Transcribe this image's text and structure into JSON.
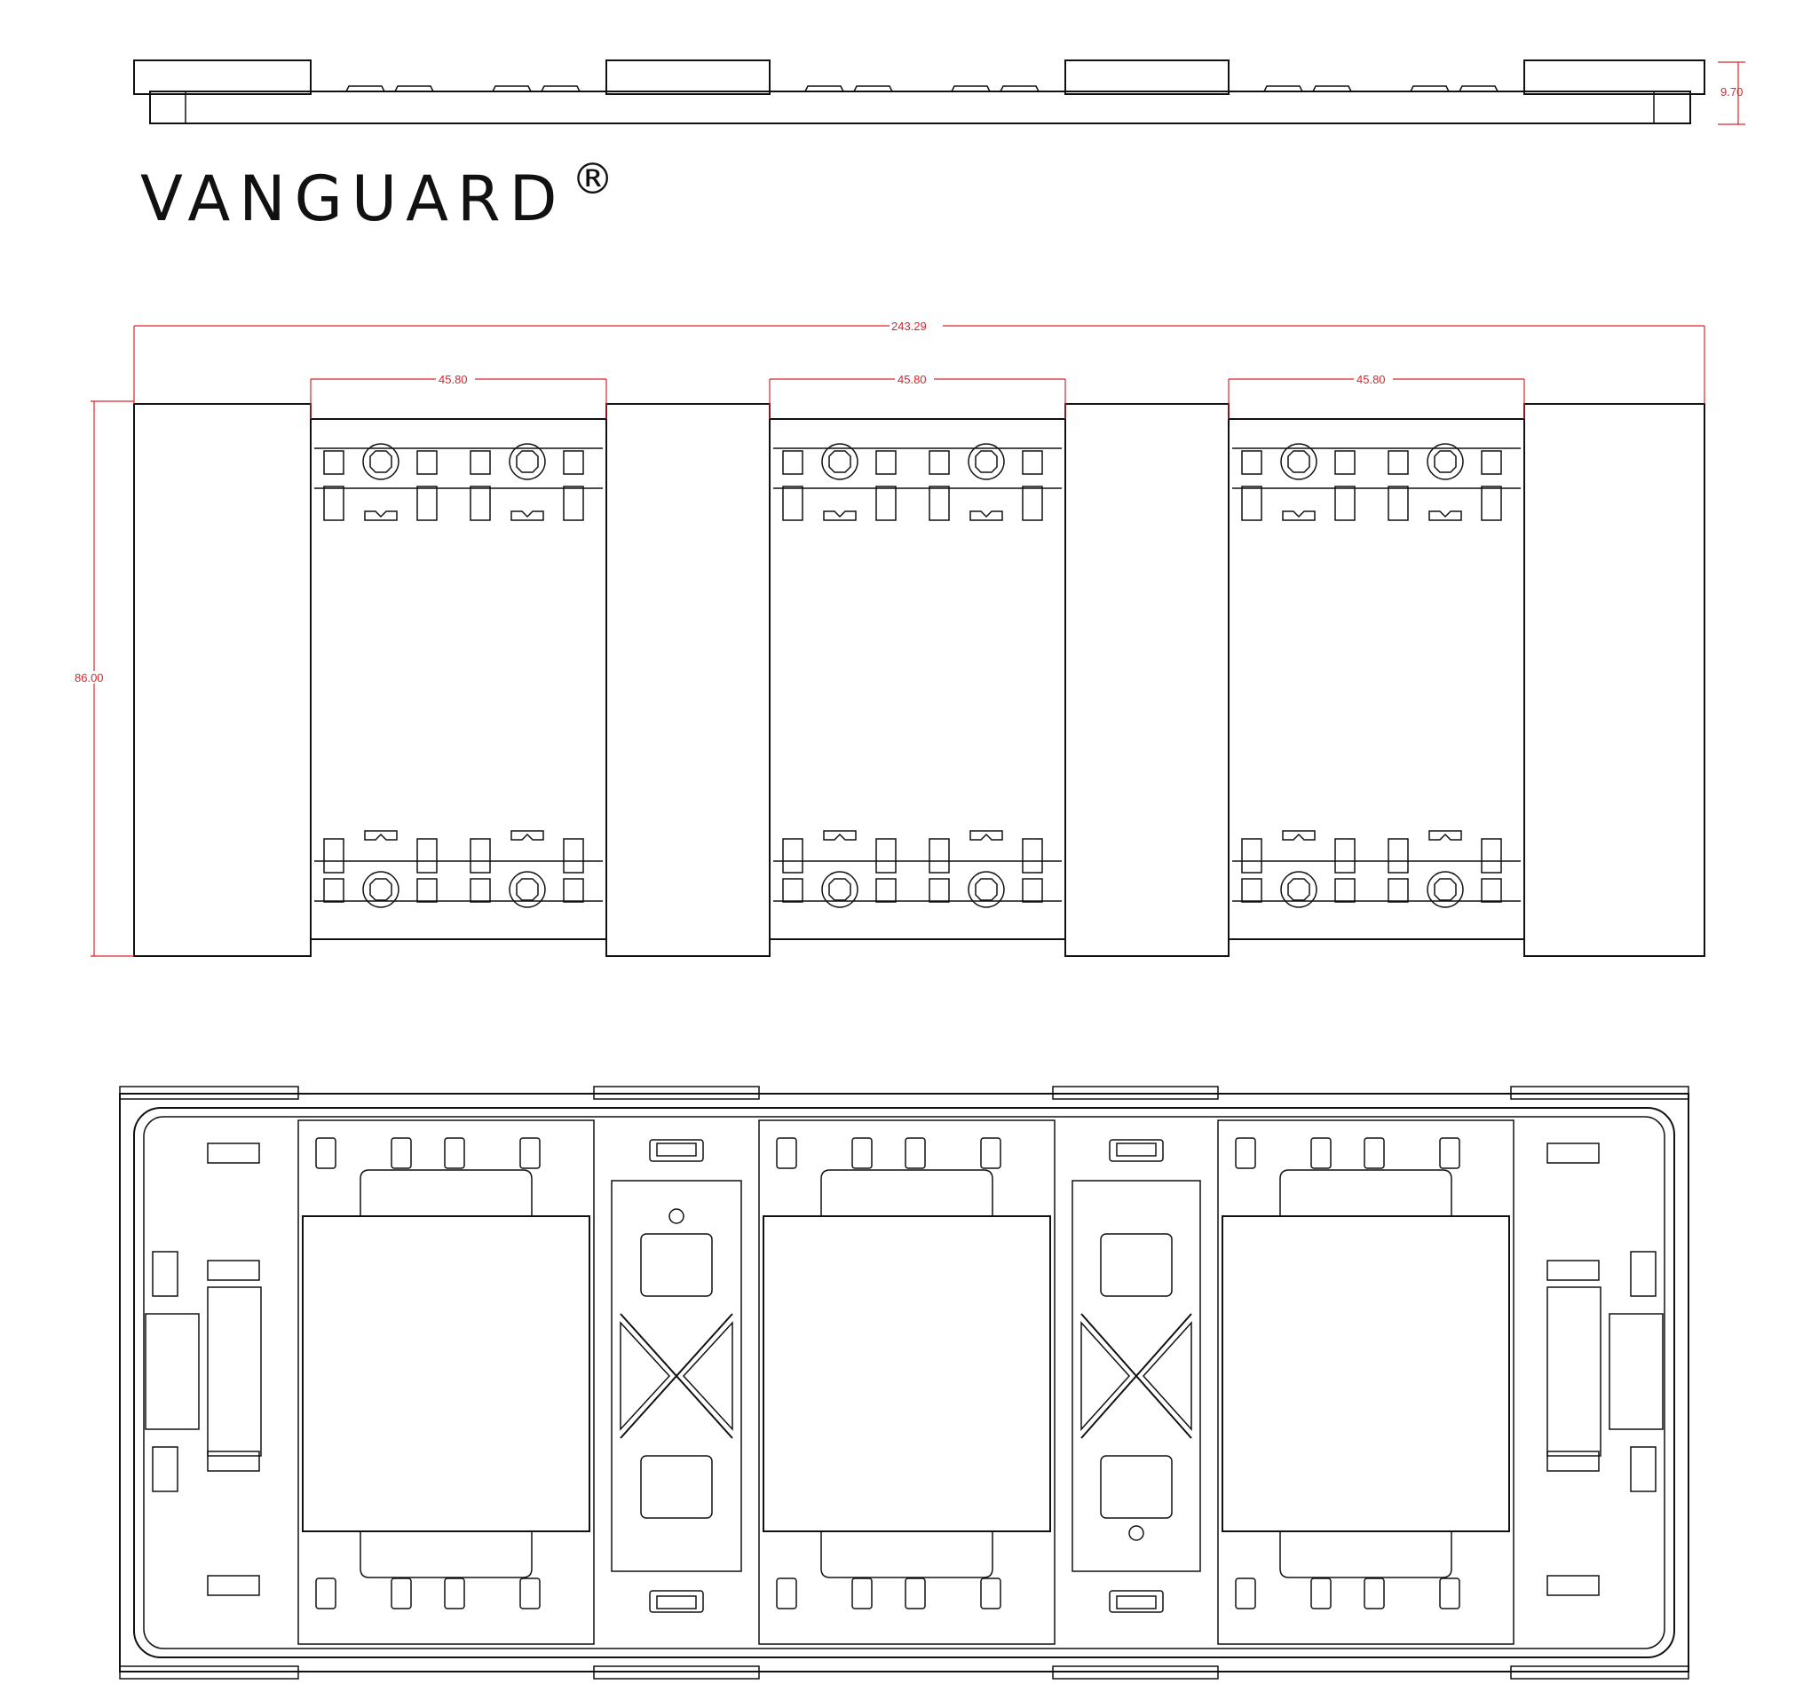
{
  "brand": {
    "name": "VANGUARD",
    "mark": "®"
  },
  "dimensions": {
    "height_side": "9.70",
    "overall_length": "243.29",
    "opening_widths": [
      "45.80",
      "45.80",
      "45.80"
    ],
    "overall_height": "86.00"
  },
  "views": [
    "side-view",
    "front-view",
    "back-view"
  ],
  "colors": {
    "line": "#111111",
    "dimension": "#d9252b",
    "background": "#ffffff"
  }
}
